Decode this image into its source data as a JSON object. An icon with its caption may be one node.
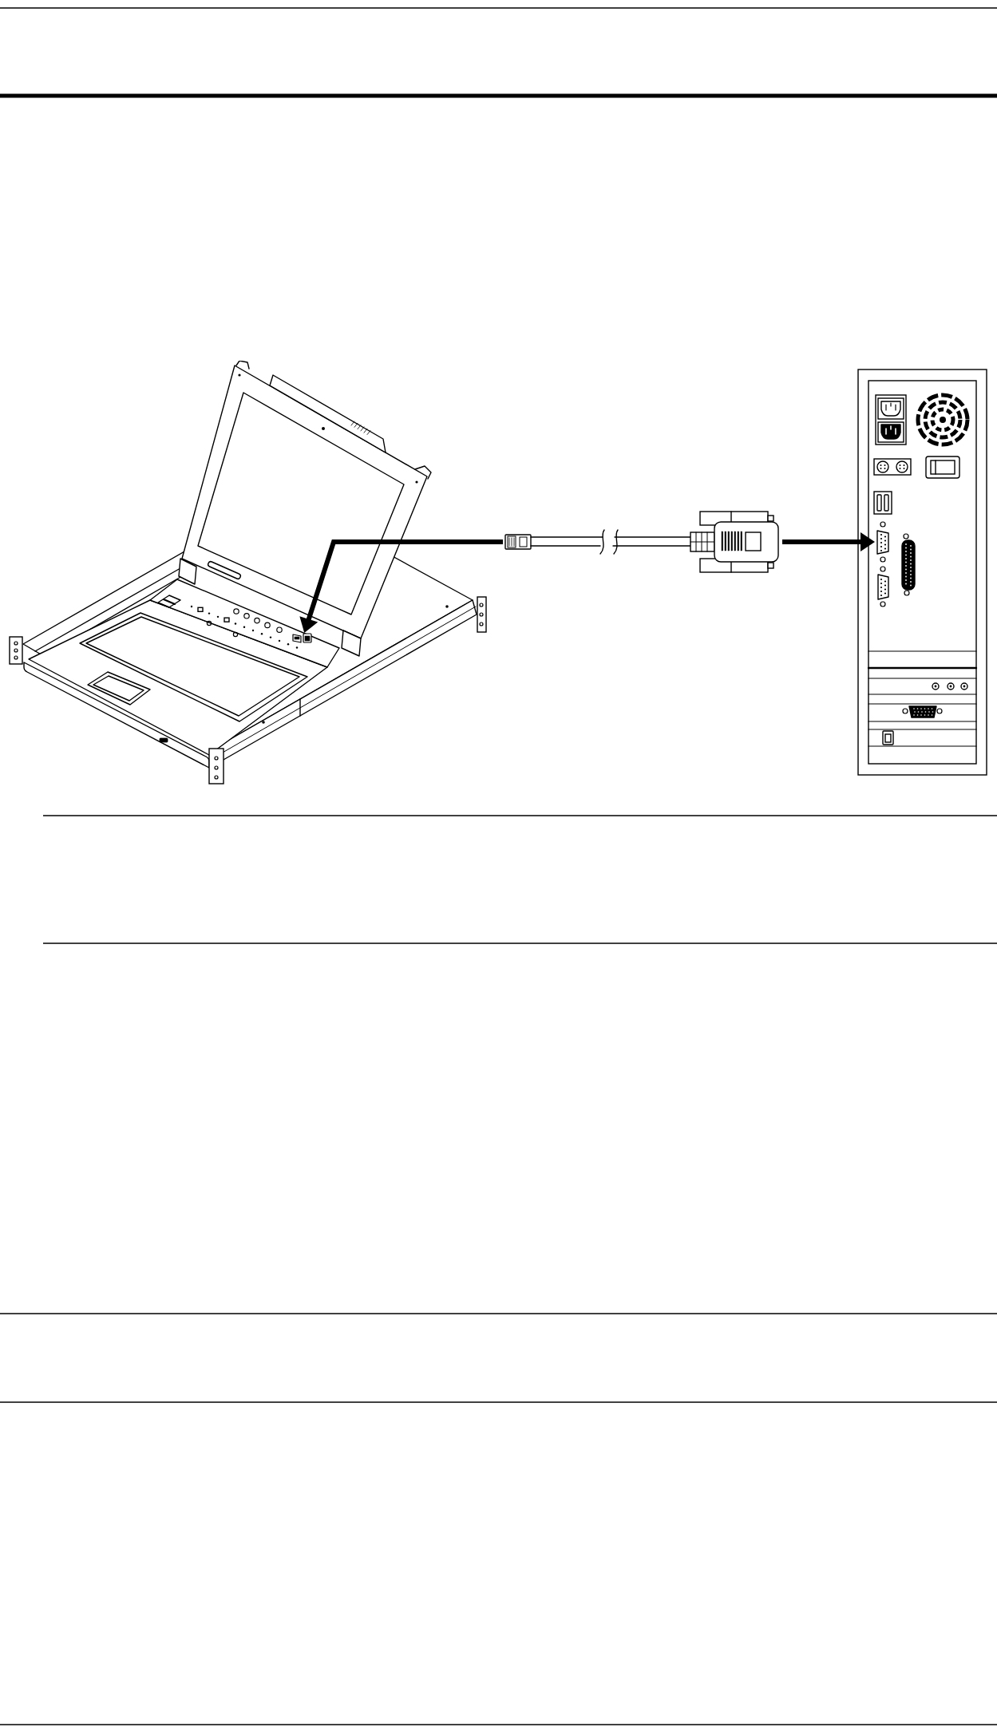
{
  "diagram": {
    "nodes": [
      {
        "text": [],
        "shape": "picture"
      },
      {
        "text": [],
        "shape": "picture",
        "in": 0
      },
      {
        "text": [],
        "shape": "picture"
      },
      {
        "text": [],
        "shape": "picture"
      },
      {
        "text": [],
        "shape": "picture",
        "in": 3
      }
    ],
    "edges": [
      {
        "from": 2,
        "to": 1,
        "arrow": "to"
      },
      {
        "from": 2,
        "to": 4,
        "arrow": "to"
      }
    ]
  }
}
